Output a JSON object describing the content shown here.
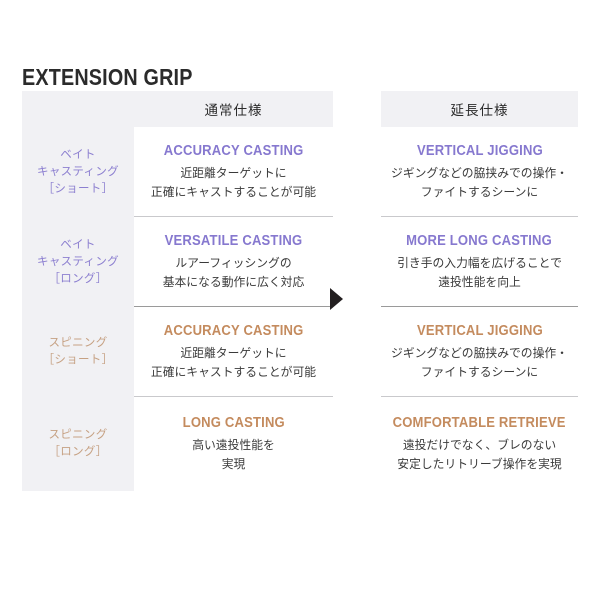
{
  "page": {
    "title": "EXTENSION GRIP"
  },
  "table": {
    "header": {
      "label_col": "",
      "normal_spec": "通常仕様",
      "extension_spec": "延長仕様"
    },
    "arrow_icon": "triangle-right-icon",
    "rows": [
      {
        "label_lines": [
          "ベイト",
          "キャスティング",
          "［ショート］"
        ],
        "label_color": "#8c7fd0",
        "normal": {
          "heading": "ACCURACY CASTING",
          "heading_color": "#8678cf",
          "desc_lines": [
            "近距離ターゲットに",
            "正確にキャストすることが可能"
          ]
        },
        "extension": {
          "heading": "VERTICAL JIGGING",
          "heading_color": "#8678cf",
          "desc_lines": [
            "ジギングなどの脇挟みでの操作・",
            "ファイトするシーンに"
          ]
        }
      },
      {
        "label_lines": [
          "ベイト",
          "キャスティング",
          "［ロング］"
        ],
        "label_color": "#8c7fd0",
        "normal": {
          "heading": "VERSATILE CASTING",
          "heading_color": "#8678cf",
          "desc_lines": [
            "ルアーフィッシングの",
            "基本になる動作に広く対応"
          ]
        },
        "extension": {
          "heading": "MORE LONG CASTING",
          "heading_color": "#8678cf",
          "desc_lines": [
            "引き手の入力幅を広げることで",
            "遠投性能を向上"
          ]
        }
      },
      {
        "label_lines": [
          "スピニング",
          "［ショート］"
        ],
        "label_color": "#c6a183",
        "normal": {
          "heading": "ACCURACY CASTING",
          "heading_color": "#c48b5e",
          "desc_lines": [
            "近距離ターゲットに",
            "正確にキャストすることが可能"
          ]
        },
        "extension": {
          "heading": "VERTICAL JIGGING",
          "heading_color": "#c48b5e",
          "desc_lines": [
            "ジギングなどの脇挟みでの操作・",
            "ファイトするシーンに"
          ]
        }
      },
      {
        "label_lines": [
          "スピニング",
          "［ロング］"
        ],
        "label_color": "#c6a183",
        "normal": {
          "heading": "LONG CASTING",
          "heading_color": "#c48b5e",
          "desc_lines": [
            "高い遠投性能を",
            "実現"
          ]
        },
        "extension": {
          "heading": "COMFORTABLE RETRIEVE",
          "heading_color": "#c48b5e",
          "desc_lines": [
            "遠投だけでなく、ブレのない",
            "安定したリトリーブ操作を実現"
          ]
        }
      }
    ]
  }
}
